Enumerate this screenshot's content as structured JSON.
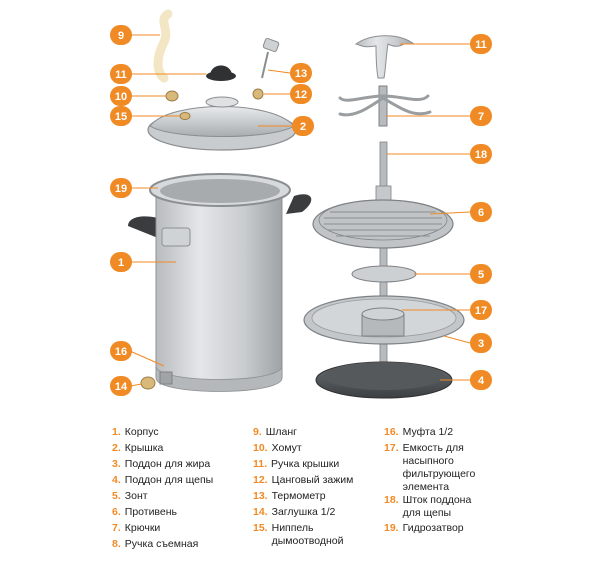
{
  "diagram": {
    "accent": "#f08a24",
    "callouts": [
      {
        "id": "c9",
        "num": "9"
      },
      {
        "id": "c11a",
        "num": "11"
      },
      {
        "id": "c10",
        "num": "10"
      },
      {
        "id": "c15",
        "num": "15"
      },
      {
        "id": "c13",
        "num": "13"
      },
      {
        "id": "c12",
        "num": "12"
      },
      {
        "id": "c2",
        "num": "2"
      },
      {
        "id": "c19",
        "num": "19"
      },
      {
        "id": "c1",
        "num": "1"
      },
      {
        "id": "c16",
        "num": "16"
      },
      {
        "id": "c14",
        "num": "14"
      },
      {
        "id": "c11b",
        "num": "11"
      },
      {
        "id": "c7",
        "num": "7"
      },
      {
        "id": "c18",
        "num": "18"
      },
      {
        "id": "c6",
        "num": "6"
      },
      {
        "id": "c5",
        "num": "5"
      },
      {
        "id": "c17",
        "num": "17"
      },
      {
        "id": "c3",
        "num": "3"
      },
      {
        "id": "c4",
        "num": "4"
      }
    ]
  },
  "legend": [
    {
      "num": "1.",
      "text": "Корпус"
    },
    {
      "num": "2.",
      "text": "Крышка"
    },
    {
      "num": "3.",
      "text": "Поддон для жира"
    },
    {
      "num": "4.",
      "text": "Поддон для щепы"
    },
    {
      "num": "5.",
      "text": "Зонт"
    },
    {
      "num": "6.",
      "text": "Противень"
    },
    {
      "num": "7.",
      "text": "Крючки"
    },
    {
      "num": "8.",
      "text": "Ручка съемная"
    },
    {
      "num": "9.",
      "text": "Шланг"
    },
    {
      "num": "10.",
      "text": "Хомут"
    },
    {
      "num": "11.",
      "text": "Ручка крышки"
    },
    {
      "num": "12.",
      "text": "Цанговый зажим"
    },
    {
      "num": "13.",
      "text": "Термометр"
    },
    {
      "num": "14.",
      "text": "Заглушка 1/2"
    },
    {
      "num": "15.",
      "text": "Ниппель дымоотводной"
    },
    {
      "num": "16.",
      "text": "Муфта 1/2"
    },
    {
      "num": "17.",
      "text": "Емкость для насыпного фильтрующего элемента"
    },
    {
      "num": "18.",
      "text": "Шток поддона для щепы"
    },
    {
      "num": "19.",
      "text": "Гидрозатвор"
    }
  ]
}
